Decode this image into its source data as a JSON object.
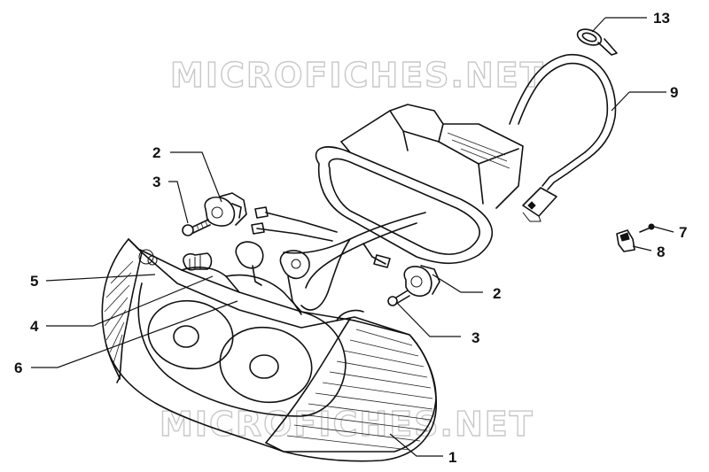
{
  "watermark": {
    "text": "MICROFICHES.NET",
    "color": "#c8c8c8"
  },
  "callouts": [
    {
      "id": "1",
      "label": "1"
    },
    {
      "id": "2a",
      "label": "2"
    },
    {
      "id": "2b",
      "label": "2"
    },
    {
      "id": "3a",
      "label": "3"
    },
    {
      "id": "3b",
      "label": "3"
    },
    {
      "id": "4",
      "label": "4"
    },
    {
      "id": "5",
      "label": "5"
    },
    {
      "id": "6",
      "label": "6"
    },
    {
      "id": "7",
      "label": "7"
    },
    {
      "id": "8",
      "label": "8"
    },
    {
      "id": "9",
      "label": "9"
    },
    {
      "id": "13",
      "label": "13"
    }
  ]
}
